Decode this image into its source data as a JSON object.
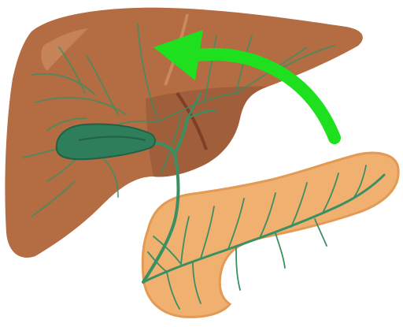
{
  "diagram": {
    "organs": [
      {
        "name": "liver",
        "icon": "liver-icon"
      },
      {
        "name": "gallbladder",
        "icon": "gallbladder-icon"
      },
      {
        "name": "pancreas",
        "icon": "pancreas-icon"
      },
      {
        "name": "bile-ducts",
        "icon": "bile-duct-icon"
      }
    ],
    "arrow": {
      "direction": "pancreas-to-liver",
      "icon": "curved-arrow-icon"
    },
    "colors": {
      "liver": "#b46c42",
      "liver_shadow": "#9a5a3a",
      "liver_highlight": "#c9895d",
      "gallbladder": "#2e7d5b",
      "gallbladder_dark": "#1f6246",
      "pancreas": "#f0b070",
      "pancreas_edge": "#e39a55",
      "duct": "#3a8f63",
      "arrow": "#1ee01e"
    }
  }
}
